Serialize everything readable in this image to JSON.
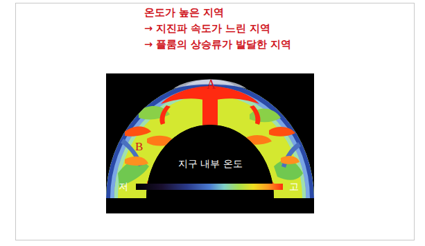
{
  "diagram": {
    "labels": [
      "온도가 높은 지역",
      "→ 지진파 속도가 느린 지역",
      "→ 플룸의 상승류가 발달한 지역",
      "A",
      "B",
      "지구 내부 온도",
      "저",
      "고"
    ]
  }
}
